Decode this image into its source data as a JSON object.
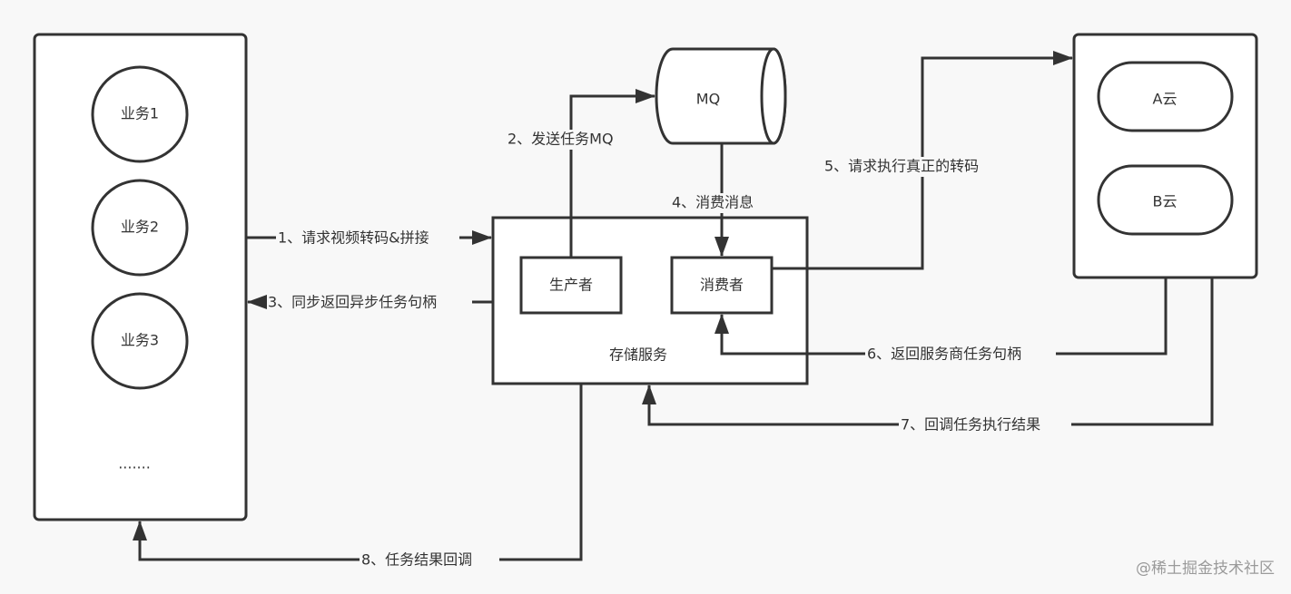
{
  "diagram": {
    "business_group": {
      "items": [
        "业务1",
        "业务2",
        "业务3"
      ],
      "ellipsis": "......."
    },
    "mq": {
      "label": "MQ"
    },
    "storage_service": {
      "label": "存储服务",
      "producer": "生产者",
      "consumer": "消费者"
    },
    "cloud_group": {
      "items": [
        "A云",
        "B云"
      ]
    },
    "edges": [
      {
        "id": 1,
        "label": "1、请求视频转码&拼接",
        "from": "business_group",
        "to": "storage_service"
      },
      {
        "id": 2,
        "label": "2、发送任务MQ",
        "from": "producer",
        "to": "mq"
      },
      {
        "id": 3,
        "label": "3、同步返回异步任务句柄",
        "from": "storage_service",
        "to": "business_group"
      },
      {
        "id": 4,
        "label": "4、消费消息",
        "from": "mq",
        "to": "consumer"
      },
      {
        "id": 5,
        "label": "5、请求执行真正的转码",
        "from": "consumer",
        "to": "cloud_group"
      },
      {
        "id": 6,
        "label": "6、返回服务商任务句柄",
        "from": "cloud_group",
        "to": "consumer"
      },
      {
        "id": 7,
        "label": "7、回调任务执行结果",
        "from": "cloud_group",
        "to": "storage_service"
      },
      {
        "id": 8,
        "label": "8、任务结果回调",
        "from": "storage_service",
        "to": "business_group"
      }
    ]
  },
  "watermark": "@稀土掘金技术社区"
}
